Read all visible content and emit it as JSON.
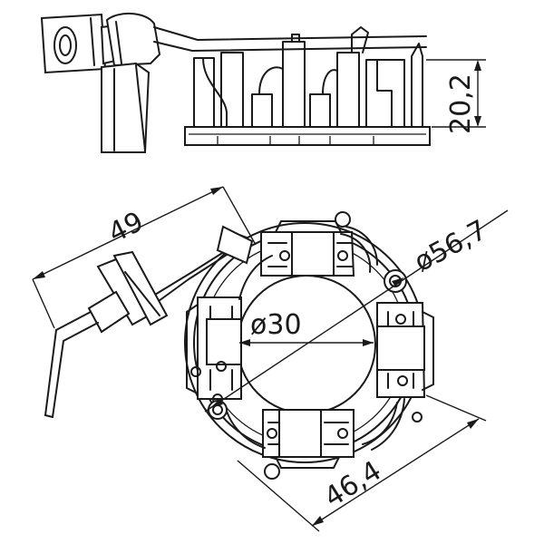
{
  "dimensions": {
    "height_label": "20,2",
    "lead_length_label": "49",
    "outer_diameter_label": "ø56,7",
    "inner_diameter_label": "ø30",
    "span_label": "46,4"
  }
}
